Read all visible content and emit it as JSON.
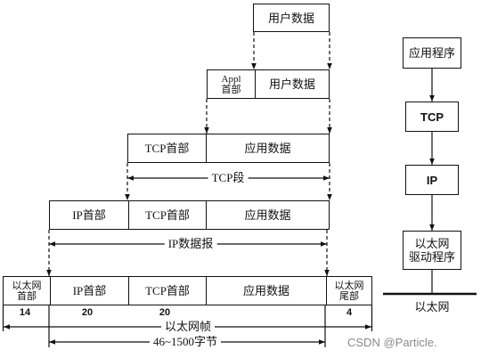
{
  "encapsulation": {
    "rows": [
      {
        "cells": [
          {
            "text": "用户数据"
          }
        ]
      },
      {
        "cells": [
          {
            "line1": "Appl",
            "line2": "首部"
          },
          {
            "text": "用户数据"
          }
        ]
      },
      {
        "cells": [
          {
            "text": "TCP首部"
          },
          {
            "text": "应用数据"
          }
        ]
      },
      {
        "cells": [
          {
            "text": "IP首部"
          },
          {
            "text": "TCP首部"
          },
          {
            "text": "应用数据"
          }
        ]
      },
      {
        "cells": [
          {
            "line1": "以太网",
            "line2": "首部"
          },
          {
            "text": "IP首部"
          },
          {
            "text": "TCP首部"
          },
          {
            "text": "应用数据"
          },
          {
            "line1": "以太网",
            "line2": "尾部"
          }
        ]
      }
    ],
    "spans": {
      "tcp_segment": "TCP段",
      "ip_datagram": "IP数据报",
      "ethernet_frame": "以太网帧",
      "payload_size": "46~1500字节"
    },
    "field_sizes": [
      "14",
      "20",
      "20",
      "4"
    ]
  },
  "protocol_stack": {
    "layers": [
      "应用程序",
      "TCP",
      "IP"
    ],
    "driver": {
      "line1": "以太网",
      "line2": "驱动程序"
    },
    "network_label": "以太网"
  },
  "watermark": "CSDN @Particle."
}
